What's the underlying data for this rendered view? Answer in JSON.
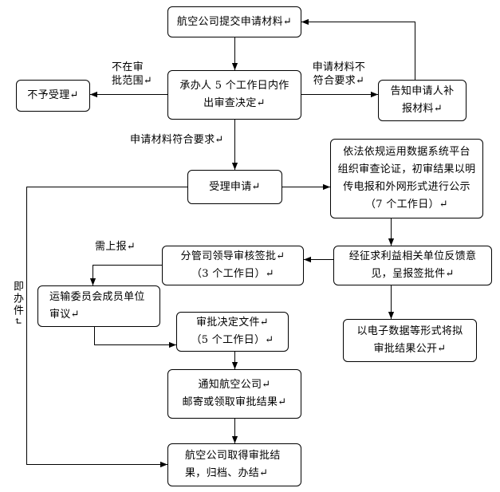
{
  "nodes": {
    "submit": {
      "lines": [
        "航空公司提交申请材料↵"
      ]
    },
    "review": {
      "lines": [
        "承办人 5 个工作日内作",
        "出审查决定↵"
      ]
    },
    "reject": {
      "lines": [
        "不予受理↵"
      ]
    },
    "supplement": {
      "lines": [
        "告知申请人补",
        "报材料↵"
      ]
    },
    "accept": {
      "lines": [
        "受理申请↵"
      ]
    },
    "publicize": {
      "lines": [
        "依法依规运用数据系统平台",
        "组织审查论证，初审结果以明",
        "传电报和外网形式进行公示",
        "（7 个工作日）↵"
      ]
    },
    "sign_off": {
      "lines": [
        "分管司领导审核签批↵",
        "（3 个工作日）↵"
      ]
    },
    "feedback": {
      "lines": [
        "经征求利益相关单位反馈意",
        "见，呈报签批件↵"
      ]
    },
    "committee": {
      "lines": [
        "运输委员会成员单位",
        "审议↵"
      ]
    },
    "decision": {
      "lines": [
        "审批决定文件↵",
        "（5 个工作日）↵"
      ]
    },
    "disclose": {
      "lines": [
        "以电子数据等形式将拟",
        "审批结果公开↵"
      ]
    },
    "notify": {
      "lines": [
        "通知航空公司↵",
        "邮寄或领取审批结果↵"
      ]
    },
    "final": {
      "lines": [
        "航空公司取得审批结",
        "果，归档、办结↵"
      ]
    }
  },
  "edge_labels": {
    "not_in_scope": [
      "不在审",
      "批范围↵"
    ],
    "not_compliant": [
      "申请材料不",
      "符合要求↵"
    ],
    "compliant": "申请材料符合要求↵",
    "report_up": "需上报↵",
    "instant": "即办件↵"
  }
}
